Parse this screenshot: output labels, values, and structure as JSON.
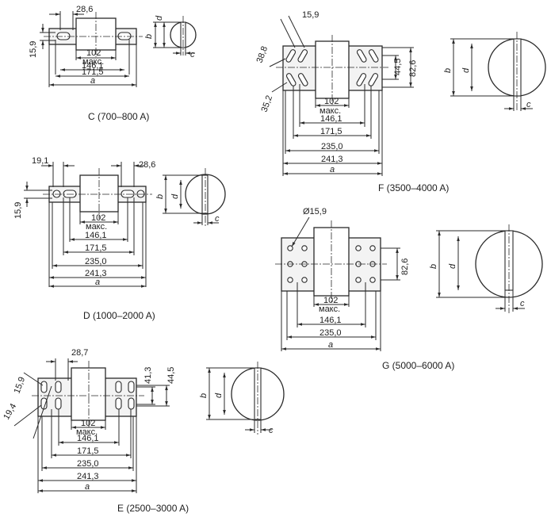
{
  "colors": {
    "line": "#2a2a2a",
    "text": "#1e1e1e",
    "plate": "#f3f3f3"
  },
  "drawings": {
    "C": {
      "caption": "C (700–800 A)",
      "dims": {
        "top": "28,6",
        "side": "15,9",
        "blade": "102",
        "blade2": "макс.",
        "d1": "146,1",
        "d2": "171,5",
        "a": "a"
      },
      "circle": {
        "d": "d",
        "b": "b",
        "c": "c"
      }
    },
    "F": {
      "caption": "F (3500–4000 A)",
      "dims": {
        "top": "15,9",
        "angle1": "38,8",
        "angle2": "35,2",
        "h1": "44,5",
        "h2": "82,6",
        "blade": "102",
        "blade2": "макс.",
        "d1": "146,1",
        "d2": "171,5",
        "d3": "235,0",
        "d4": "241,3",
        "a": "a"
      },
      "circle": {
        "d": "d",
        "b": "b",
        "c": "c"
      }
    },
    "D": {
      "caption": "D (1000–2000 A)",
      "dims": {
        "topL": "19,1",
        "topR": "28,6",
        "side": "15,9",
        "blade": "102",
        "blade2": "макс.",
        "d1": "146,1",
        "d2": "171,5",
        "d3": "235,0",
        "d4": "241,3",
        "a": "a"
      },
      "circle": {
        "d": "d",
        "b": "b",
        "c": "c"
      }
    },
    "G": {
      "caption": "G (5000–6000 A)",
      "dims": {
        "hole": "Ø15,9",
        "h2": "82,6",
        "blade": "102",
        "blade2": "макс.",
        "d1": "146,1",
        "d3": "235,0",
        "a": "a"
      },
      "circle": {
        "d": "d",
        "b": "b",
        "c": "c"
      }
    },
    "E": {
      "caption": "E (2500–3000 A)",
      "dims": {
        "top": "28,7",
        "side1": "15,9",
        "side2": "19,4",
        "h1": "41,3",
        "h2": "44,5",
        "blade": "102",
        "blade2": "макс.",
        "d1": "146,1",
        "d2": "171,5",
        "d3": "235,0",
        "d4": "241,3",
        "a": "a"
      },
      "circle": {
        "d": "d",
        "b": "b",
        "c": "c"
      }
    }
  }
}
